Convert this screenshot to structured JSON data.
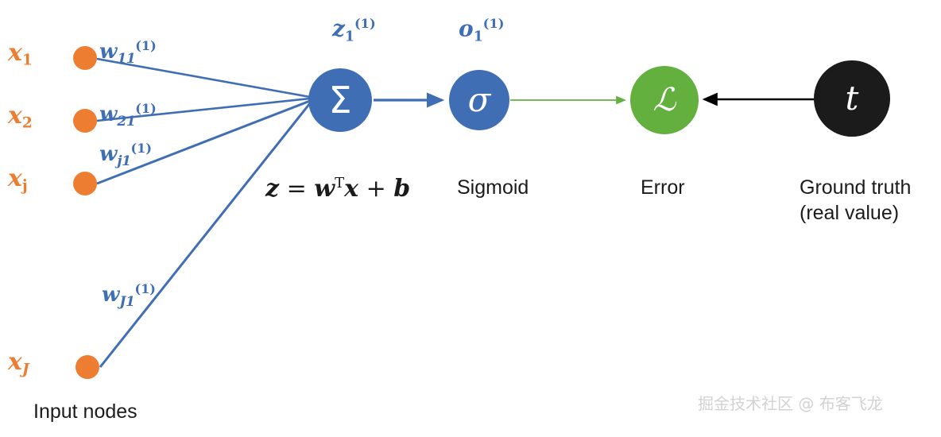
{
  "diagram": {
    "title": "Single neuron forward pass with loss and ground truth",
    "colors": {
      "input_node": "#ed7d31",
      "blue_node": "#3f6eb5",
      "green_node": "#63b03f",
      "black_node": "#1b1b1b",
      "wire_blue": "#3f6eb5",
      "wire_green": "#63b03f",
      "wire_black": "#000000",
      "watermark": "#d2d2d2"
    }
  },
  "input_nodes": [
    {
      "name": "input-node-1",
      "label_base": "x",
      "label_sub": "1",
      "sub_italic": false
    },
    {
      "name": "input-node-2",
      "label_base": "x",
      "label_sub": "2",
      "sub_italic": false
    },
    {
      "name": "input-node-j",
      "label_base": "x",
      "label_sub": "j",
      "sub_italic": false
    },
    {
      "name": "input-node-J",
      "label_base": "x",
      "label_sub": "J",
      "sub_italic": true
    }
  ],
  "weights": [
    {
      "name": "weight-w11",
      "base": "w",
      "sub": "11",
      "sup": "(1)"
    },
    {
      "name": "weight-w21",
      "base": "w",
      "sub": "21",
      "sup": "(1)"
    },
    {
      "name": "weight-wj1",
      "base": "w",
      "sub": "j1",
      "sup": "(1)"
    },
    {
      "name": "weight-wJ1",
      "base": "w",
      "sub": "J1",
      "sup": "(1)"
    }
  ],
  "nodes": {
    "sum": {
      "glyph": "Σ",
      "label_base": "z",
      "label_sub": "1",
      "label_sup": "(1)"
    },
    "sigmoid": {
      "glyph": "σ",
      "label_base": "o",
      "label_sub": "1",
      "label_sup": "(1)",
      "caption": "Sigmoid"
    },
    "error": {
      "glyph": "ℒ",
      "caption": "Error"
    },
    "ground_truth": {
      "glyph": "t",
      "caption_line1": "Ground truth",
      "caption_line2": "(real value)"
    }
  },
  "equation": {
    "z": "z",
    "equals": "=",
    "w": "w",
    "transpose": "T",
    "x": "x",
    "plus": "+",
    "b": "b"
  },
  "captions": {
    "input_nodes": "Input nodes"
  },
  "watermark": {
    "text": "掘金技术社区 @ 布客飞龙"
  }
}
